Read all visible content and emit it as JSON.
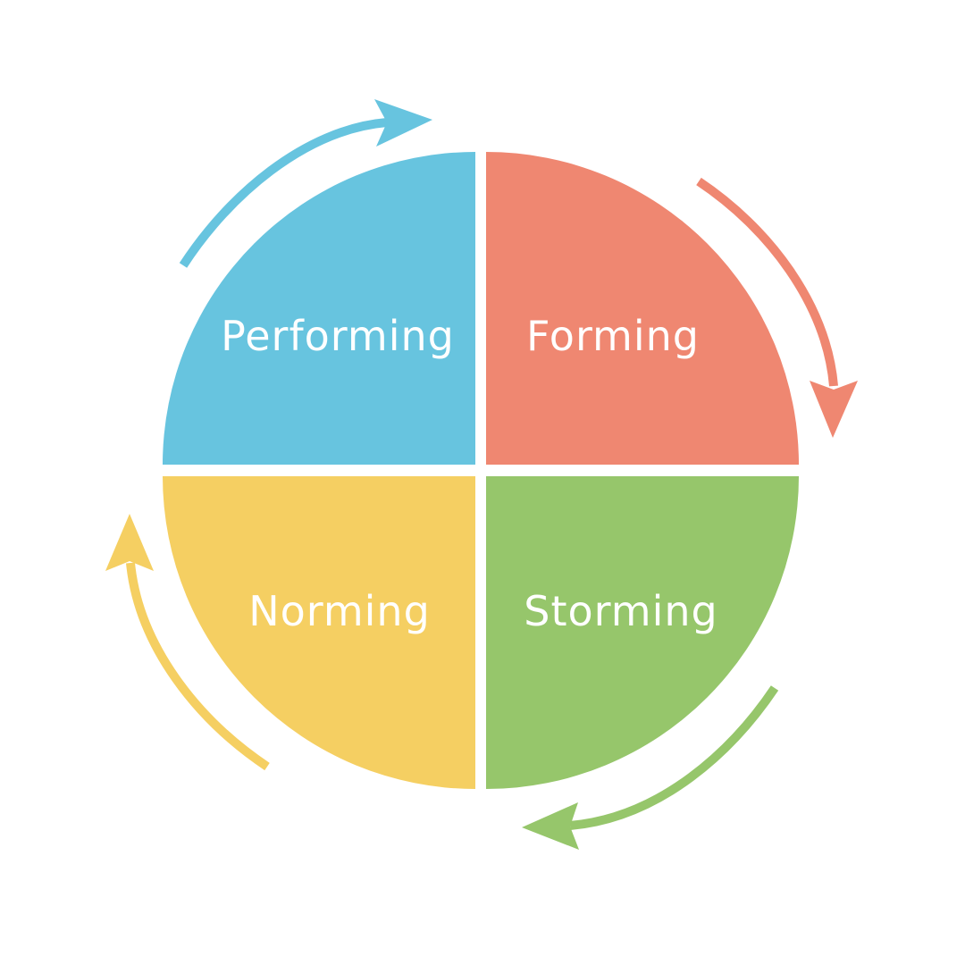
{
  "quadrants": {
    "performing": {
      "label": "Performing",
      "color": "#67C4DF"
    },
    "forming": {
      "label": "Forming",
      "color": "#EF8771"
    },
    "storming": {
      "label": "Storming",
      "color": "#96C66B"
    },
    "norming": {
      "label": "Norming",
      "color": "#F5CF62"
    }
  },
  "arrows": {
    "performing_to_forming": {
      "color": "#67C4DF",
      "icon": "arrow-clockwise-top"
    },
    "forming_to_storming": {
      "color": "#EF8771",
      "icon": "arrow-clockwise-right"
    },
    "storming_to_norming": {
      "color": "#96C66B",
      "icon": "arrow-clockwise-bottom"
    },
    "norming_to_performing": {
      "color": "#F5CF62",
      "icon": "arrow-clockwise-left"
    }
  }
}
